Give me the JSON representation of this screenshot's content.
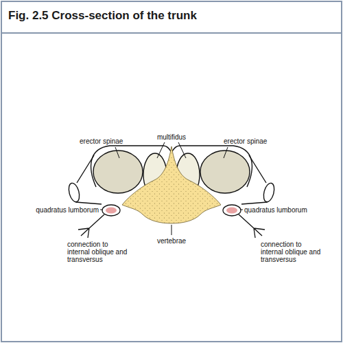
{
  "diagram": {
    "title": "Fig. 2.5 Cross-section of the trunk",
    "labels": [
      "erector spinae",
      "multifidus",
      "erector spinae",
      "quadratus lumborum",
      "quadratus lumborum",
      "connection to internal oblique and transversus",
      "vertebrae",
      "connection to internal oblique and transversus"
    ]
  }
}
